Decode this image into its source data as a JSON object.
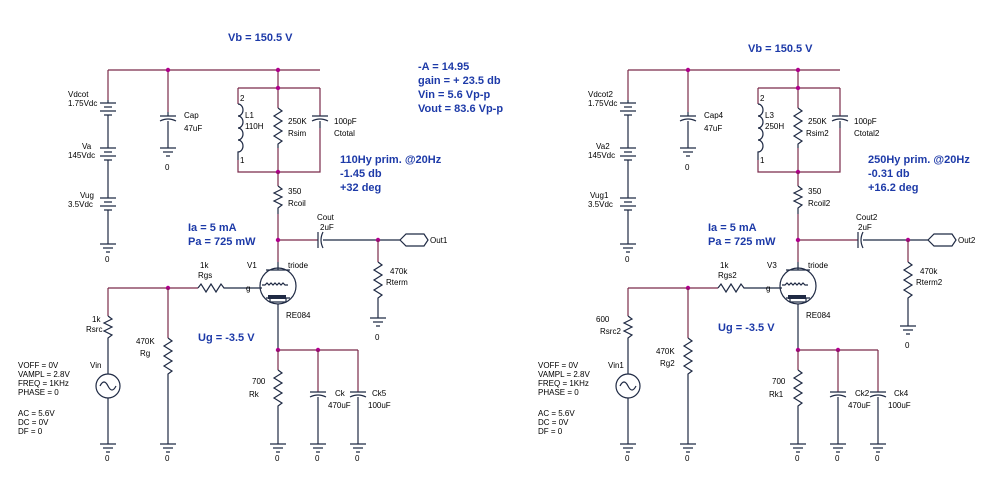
{
  "colors": {
    "wire": "#7a2a4a",
    "component": "#1f2a44",
    "junction": "#b0008c",
    "annotation": "#1d3aa8"
  },
  "left": {
    "vb": "Vb = 150.5 V",
    "notes": [
      "-A = 14.95",
      "gain = + 23.5 db",
      "Vin = 5.6 Vp-p",
      "Vout = 83.6 Vp-p"
    ],
    "resp": [
      "110Hy prim. @20Hz",
      "-1.45 db",
      "+32 deg"
    ],
    "ia": "Ia = 5 mA",
    "pa": "Pa = 725 mW",
    "ug": "Ug = -3.5 V",
    "source": [
      "VOFF = 0V",
      "VAMPL = 2.8V",
      "FREQ = 1KHz",
      "PHASE = 0",
      "AC = 5.6V",
      "DC = 0V",
      "DF = 0"
    ],
    "parts": {
      "vdcot_name": "Vdcot",
      "vdcot_val": "1.75Vdc",
      "va_name": "Va",
      "va_val": "145Vdc",
      "vug_name": "Vug",
      "vug_val": "3.5Vdc",
      "cap_name": "Cap",
      "cap_val": "47uF",
      "l_name": "L1",
      "l_val": "110H",
      "pin1": "1",
      "pin2": "2",
      "rsim_val": "250K",
      "rsim_name": "Rsim",
      "ct_val": "100pF",
      "ct_name": "Ctotal",
      "rcoil_val": "350",
      "rcoil_name": "Rcoil",
      "cout_name": "Cout",
      "cout_val": "2uF",
      "out": "Out1",
      "rterm_val": "470k",
      "rterm_name": "Rterm",
      "rgs_val": "1k",
      "rgs_name": "Rgs",
      "tube_name": "V1",
      "tube_type": "triode",
      "tube_model": "RE084",
      "pin_g": "g",
      "rsrc_val": "1k",
      "rsrc_name": "Rsrc",
      "rg_val": "470K",
      "rg_name": "Rg",
      "vin_name": "Vin",
      "rk_val": "700",
      "rk_name": "Rk",
      "ck_name": "Ck",
      "ck_val": "470uF",
      "ck5_name": "Ck5",
      "ck5_val": "100uF",
      "zero": "0"
    }
  },
  "right": {
    "vb": "Vb = 150.5 V",
    "resp": [
      "250Hy prim. @20Hz",
      "-0.31 db",
      "+16.2 deg"
    ],
    "ia": "Ia = 5 mA",
    "pa": "Pa = 725 mW",
    "ug": "Ug = -3.5 V",
    "source": [
      "VOFF = 0V",
      "VAMPL = 2.8V",
      "FREQ = 1KHz",
      "PHASE = 0",
      "AC = 5.6V",
      "DC = 0V",
      "DF = 0"
    ],
    "parts": {
      "vdcot_name": "Vdcot2",
      "vdcot_val": "1.75Vdc",
      "va_name": "Va2",
      "va_val": "145Vdc",
      "vug_name": "Vug1",
      "vug_val": "3.5Vdc",
      "cap_name": "Cap4",
      "cap_val": "47uF",
      "l_name": "L3",
      "l_val": "250H",
      "pin1": "1",
      "pin2": "2",
      "rsim_val": "250K",
      "rsim_name": "Rsim2",
      "ct_val": "100pF",
      "ct_name": "Ctotal2",
      "rcoil_val": "350",
      "rcoil_name": "Rcoil2",
      "cout_name": "Cout2",
      "cout_val": "2uF",
      "out": "Out2",
      "rterm_val": "470k",
      "rterm_name": "Rterm2",
      "rgs_val": "1k",
      "rgs_name": "Rgs2",
      "tube_name": "V3",
      "tube_type": "triode",
      "tube_model": "RE084",
      "pin_g": "g",
      "rsrc_val": "600",
      "rsrc_name": "Rsrc2",
      "rg_val": "470K",
      "rg_name": "Rg2",
      "vin_name": "Vin1",
      "rk_val": "700",
      "rk_name": "Rk1",
      "ck_name": "Ck2",
      "ck_val": "470uF",
      "ck5_name": "Ck4",
      "ck5_val": "100uF",
      "zero": "0"
    }
  }
}
